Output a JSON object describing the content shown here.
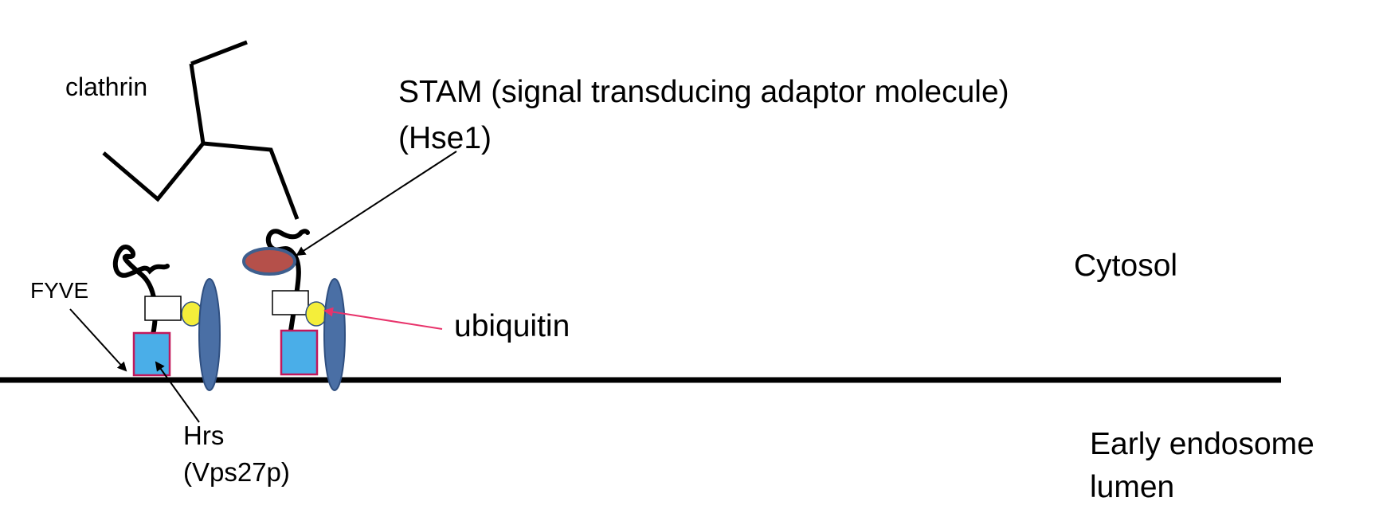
{
  "labels": {
    "clathrin": "clathrin",
    "stam_line1": "STAM (signal transducing adaptor molecule)",
    "stam_line2": "(Hse1)",
    "cytosol": "Cytosol",
    "fyve": "FYVE",
    "ubiquitin": "ubiquitin",
    "hrs_line1": "Hrs",
    "hrs_line2": "(Vps27p)",
    "lumen_line1": "Early endosome",
    "lumen_line2": "lumen"
  },
  "colors": {
    "membrane": "#000000",
    "hrs_fill": "#4aaee8",
    "hrs_border": "#c2185b",
    "receptor_fill": "#4a6fa5",
    "receptor_border": "#2f4f80",
    "ubiquitin_fill": "#f4ee3a",
    "stam_fill": "#b5504a",
    "stam_border": "#3e5f8e",
    "ubiquitin_arrow": "#e8336b"
  }
}
